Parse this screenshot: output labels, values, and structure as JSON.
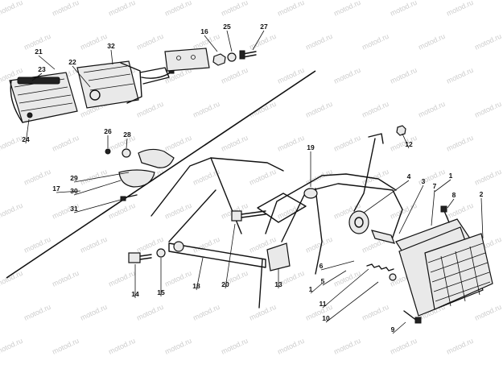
{
  "watermark": {
    "text": "motod.ru"
  },
  "callouts": [
    {
      "id": "1",
      "label": "1"
    },
    {
      "id": "1b",
      "label": "1"
    },
    {
      "id": "2",
      "label": "2"
    },
    {
      "id": "3",
      "label": "3"
    },
    {
      "id": "4",
      "label": "4"
    },
    {
      "id": "5",
      "label": "5"
    },
    {
      "id": "6",
      "label": "6"
    },
    {
      "id": "7",
      "label": "7"
    },
    {
      "id": "8",
      "label": "8"
    },
    {
      "id": "9",
      "label": "9"
    },
    {
      "id": "10",
      "label": "10"
    },
    {
      "id": "11",
      "label": "11"
    },
    {
      "id": "12",
      "label": "12"
    },
    {
      "id": "13",
      "label": "13"
    },
    {
      "id": "14",
      "label": "14"
    },
    {
      "id": "15",
      "label": "15"
    },
    {
      "id": "16",
      "label": "16"
    },
    {
      "id": "17",
      "label": "17"
    },
    {
      "id": "18",
      "label": "18"
    },
    {
      "id": "19",
      "label": "19"
    },
    {
      "id": "20",
      "label": "20"
    },
    {
      "id": "21",
      "label": "21"
    },
    {
      "id": "22",
      "label": "22"
    },
    {
      "id": "23",
      "label": "23"
    },
    {
      "id": "24",
      "label": "24"
    },
    {
      "id": "25",
      "label": "25"
    },
    {
      "id": "26",
      "label": "26"
    },
    {
      "id": "27",
      "label": "27"
    },
    {
      "id": "28",
      "label": "28"
    },
    {
      "id": "29",
      "label": "29"
    },
    {
      "id": "30",
      "label": "30"
    },
    {
      "id": "31",
      "label": "31"
    },
    {
      "id": "32",
      "label": "32"
    }
  ]
}
